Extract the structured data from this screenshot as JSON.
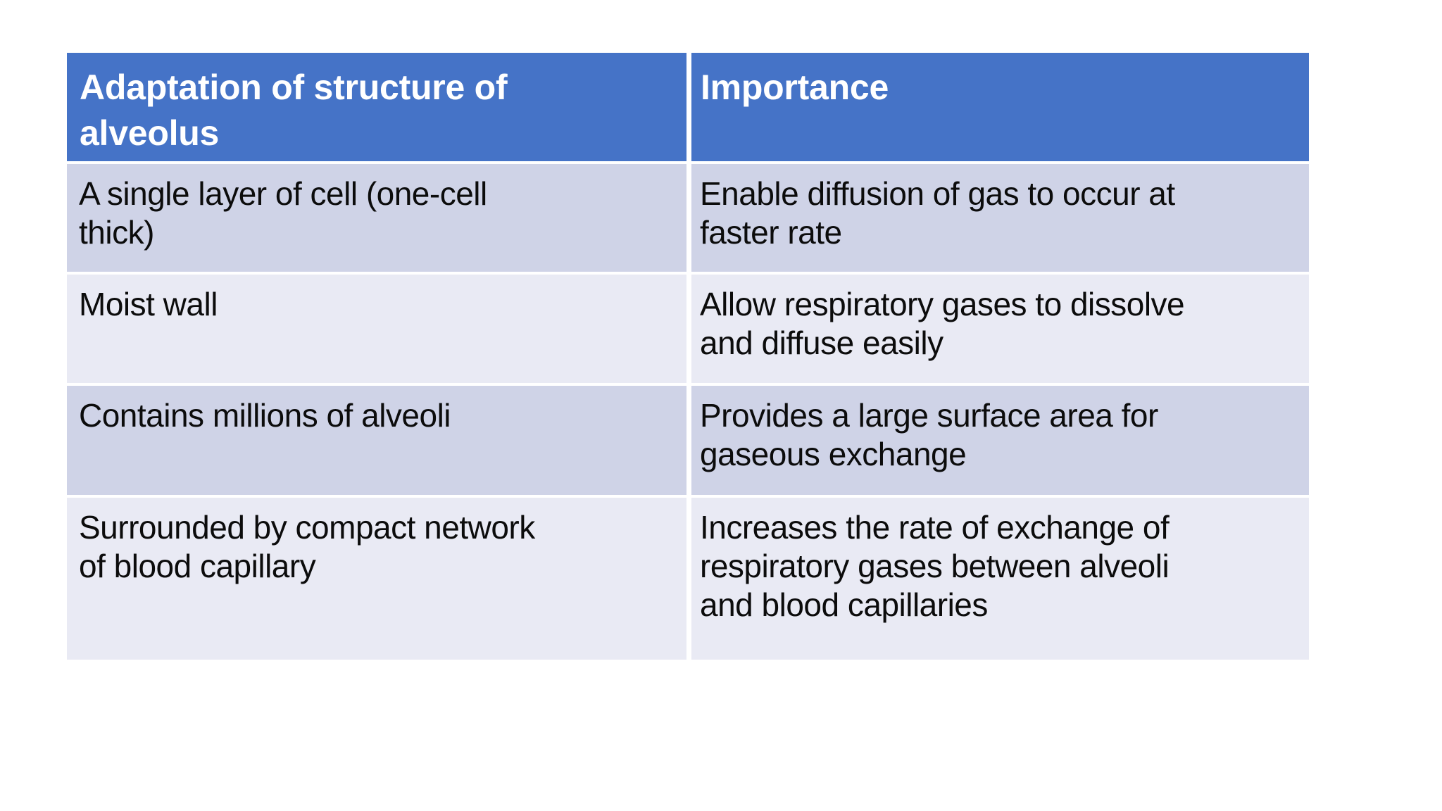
{
  "slide": {
    "background": "#FFFFFF"
  },
  "colors": {
    "header_bg": "#4573C7",
    "header_text": "#FFFFFF",
    "row_band_dark": "#CFD3E7",
    "row_band_light": "#E9EAF4",
    "body_text": "#0C0C0C",
    "grid_line": "#FFFFFF"
  },
  "table": {
    "headers": [
      {
        "label": "Adaptation of structure of\nalveolus"
      },
      {
        "label": "Importance"
      }
    ],
    "rows": [
      {
        "adaptation": "A single layer of cell (one-cell\nthick)",
        "importance": "Enable diffusion of gas to occur at\nfaster rate"
      },
      {
        "adaptation": "Moist wall",
        "importance": "Allow respiratory gases to dissolve\nand diffuse easily"
      },
      {
        "adaptation": "Contains millions of alveoli",
        "importance": "Provides a large surface area for\ngaseous exchange"
      },
      {
        "adaptation": "Surrounded by compact network\nof blood capillary",
        "importance": "Increases the rate of exchange of\nrespiratory gases between alveoli\nand blood capillaries"
      }
    ]
  }
}
